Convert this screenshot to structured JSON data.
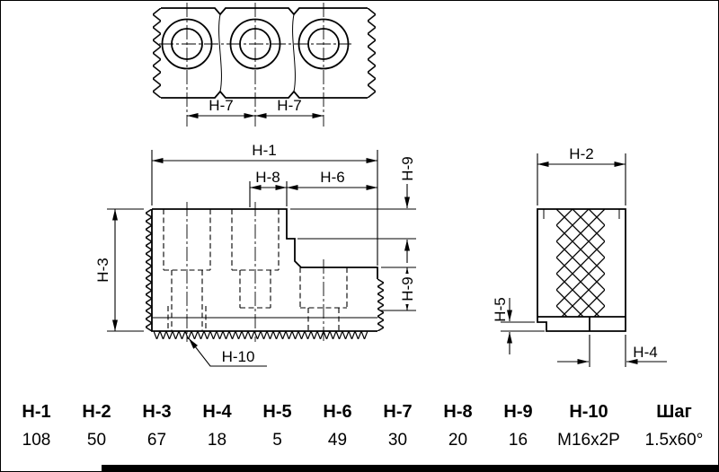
{
  "drawing": {
    "dim_labels": {
      "h1": "H-1",
      "h2": "H-2",
      "h3": "H-3",
      "h4": "H-4",
      "h5": "H-5",
      "h6": "H-6",
      "h7a": "H-7",
      "h7b": "H-7",
      "h8": "H-8",
      "h9_top": "H-9",
      "h9_bottom": "H-9",
      "h10": "H-10"
    }
  },
  "table": {
    "columns": [
      {
        "label": "H-1",
        "value": "108"
      },
      {
        "label": "H-2",
        "value": "50"
      },
      {
        "label": "H-3",
        "value": "67"
      },
      {
        "label": "H-4",
        "value": "18"
      },
      {
        "label": "H-5",
        "value": "5"
      },
      {
        "label": "H-6",
        "value": "49"
      },
      {
        "label": "H-7",
        "value": "30"
      },
      {
        "label": "H-8",
        "value": "20"
      },
      {
        "label": "H-9",
        "value": "16"
      },
      {
        "label": "H-10",
        "value": "M16x2P"
      },
      {
        "label": "Шаг",
        "value": "1.5x60°"
      }
    ]
  }
}
